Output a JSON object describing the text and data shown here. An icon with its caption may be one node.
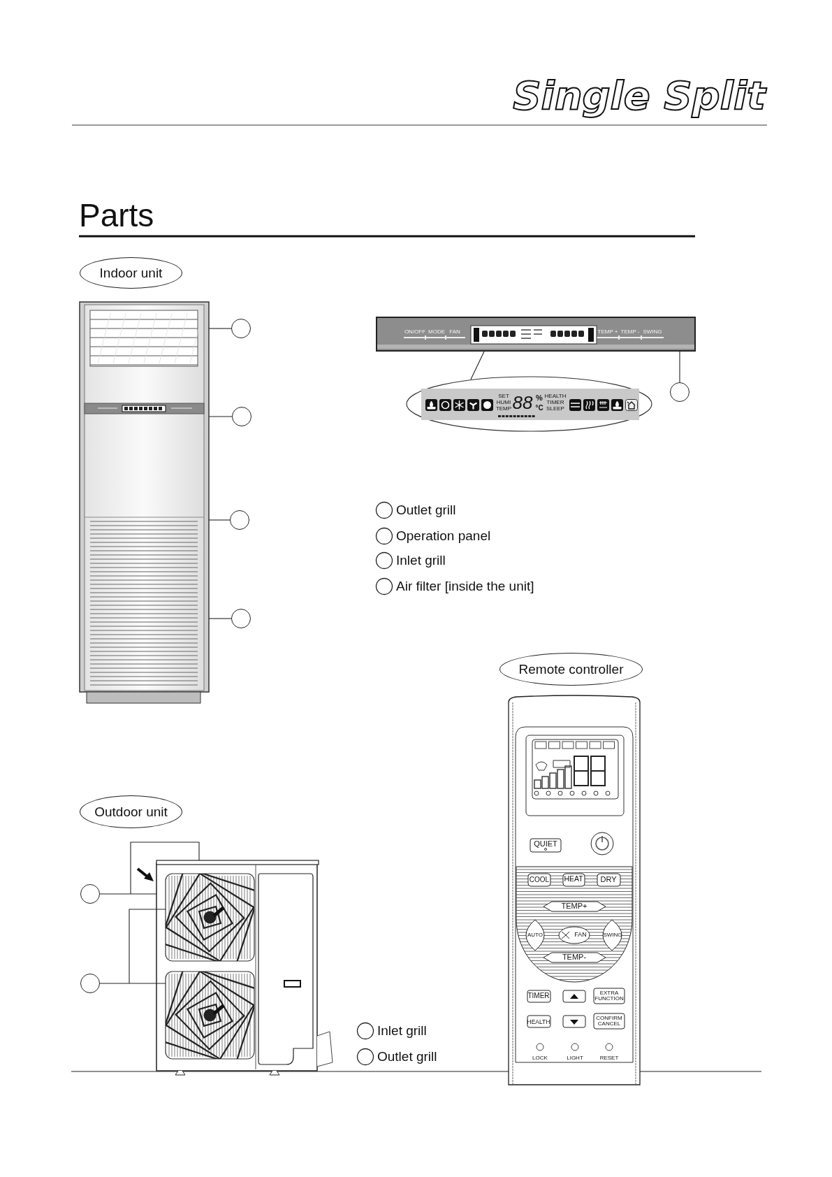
{
  "diagram": {
    "title": "Parts",
    "nodes": [
      {
        "text": [
          "Indoor unit"
        ]
      },
      {
        "text": [
          "ON/OFF",
          "MODE",
          "FAN",
          "TEMP +",
          "TEMP -",
          "SWING"
        ]
      },
      {
        "text": [],
        "shape": "circle"
      },
      {
        "text": [],
        "shape": "circle"
      },
      {
        "text": [],
        "shape": "circle"
      },
      {
        "text": [
          "SET",
          "HUMI",
          "TEMP",
          "88",
          "%",
          "°C",
          "HEALTH",
          "TIMER",
          "SLEEP"
        ]
      },
      {
        "text": [],
        "shape": "circle"
      },
      {
        "text": [],
        "shape": "circle"
      },
      {
        "text": [
          "Remote controller"
        ]
      },
      {
        "text": [
          "Outdoor unit"
        ]
      },
      {
        "text": [],
        "shape": "circle"
      },
      {
        "text": [],
        "shape": "circle"
      },
      {
        "text": [],
        "shape": "picture"
      },
      {
        "text": [],
        "shape": "picture"
      }
    ],
    "edges": [
      {
        "from": 2,
        "to": 12,
        "arrow": "none"
      },
      {
        "from": 3,
        "to": 12,
        "arrow": "none"
      },
      {
        "from": 6,
        "to": 12,
        "arrow": "none"
      },
      {
        "from": 7,
        "to": 12,
        "arrow": "none"
      },
      {
        "from": 4,
        "to": 1,
        "arrow": "none"
      },
      {
        "from": 1,
        "to": 5,
        "arrow": "none"
      },
      {
        "from": 10,
        "to": 13,
        "arrow": "none"
      },
      {
        "from": 11,
        "to": 13,
        "arrow": "none"
      }
    ],
    "labels": [
      "Single Split",
      "Outlet grill",
      "Operation panel",
      "Inlet grill",
      "Air filter [inside the unit]",
      "QUIET",
      "COOL",
      "HEAT",
      "DRY",
      "TEMP+",
      "AUTO",
      "FAN",
      "SWING",
      "TEMP-",
      "TIMER",
      "EXTRA FUNCTION",
      "HEALTH",
      "CONFIRM CANCEL",
      "LOCK",
      "LIGHT",
      "RESET",
      "Inlet grill",
      "Outlet grill"
    ]
  }
}
